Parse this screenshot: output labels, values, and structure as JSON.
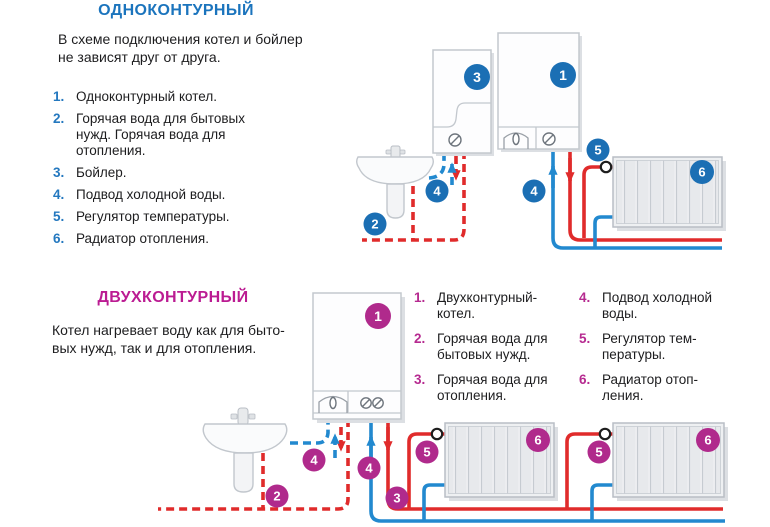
{
  "single": {
    "title": "ОДНОКОНТУРНЫЙ",
    "description": "В схеме подключения котел и бойлер\nне зависят друг от друга.",
    "items": [
      {
        "num": "1.",
        "text": "Одноконтурный котел."
      },
      {
        "num": "2.",
        "text": "Горячая вода для бытовых\nнужд. Горячая вода для\nотопления."
      },
      {
        "num": "3.",
        "text": "Бойлер."
      },
      {
        "num": "4.",
        "text": "Подвод холодной воды."
      },
      {
        "num": "5.",
        "text": "Регулятор температуры."
      },
      {
        "num": "6.",
        "text": "Радиатор отопления."
      }
    ]
  },
  "dual": {
    "title": "ДВУХКОНТУРНЫЙ",
    "description": "Котел нагревает воду как для быто-\nвых нужд, так и для отопления.",
    "items_col1": [
      {
        "num": "1.",
        "text": "Двухконтурный-\nкотел."
      },
      {
        "num": "2.",
        "text": "Горячая вода для\nбытовых нужд."
      },
      {
        "num": "3.",
        "text": "Горячая вода для\nотопления."
      }
    ],
    "items_col2": [
      {
        "num": "4.",
        "text": "Подвод холодной\nводы."
      },
      {
        "num": "5.",
        "text": "Регулятор тем-\nпературы."
      },
      {
        "num": "6.",
        "text": "Радиатор отоп-\nления."
      }
    ]
  },
  "badges": {
    "n1": "1",
    "n2": "2",
    "n3": "3",
    "n4": "4",
    "n5": "5",
    "n6": "6"
  },
  "colors": {
    "blue_accent": "#1b74bd",
    "magenta_accent": "#bb1b92",
    "badge_blue": "#1b6fb4",
    "badge_magenta": "#b02a8c",
    "pipe_hot": "#e02b2b",
    "pipe_cold": "#2289cf"
  }
}
